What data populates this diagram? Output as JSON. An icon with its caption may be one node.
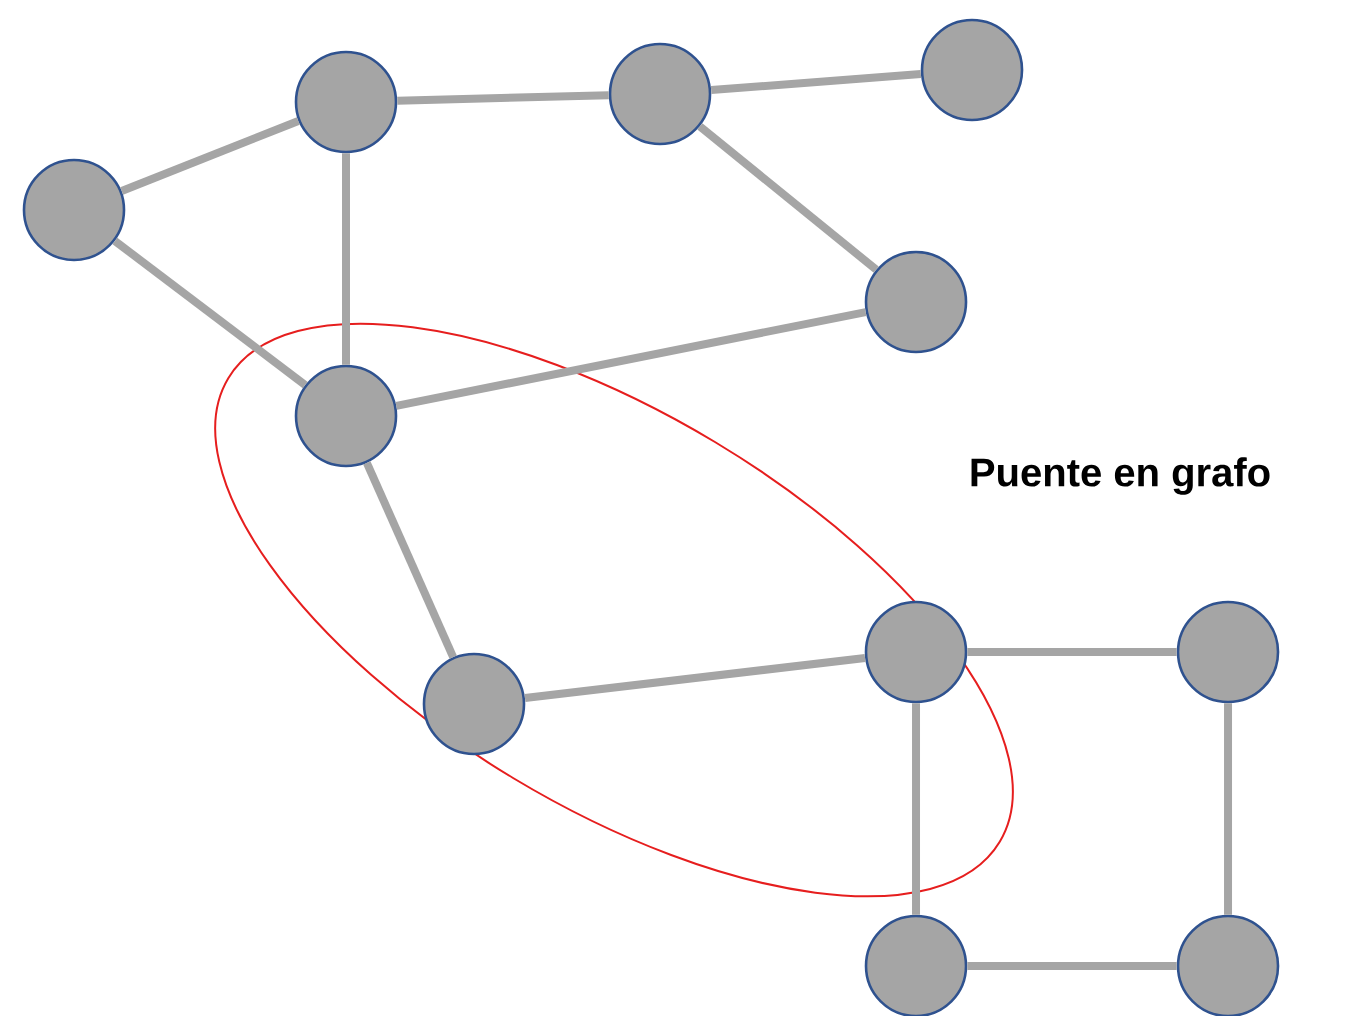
{
  "diagram": {
    "nodes": [
      {
        "text": [],
        "shape": "circle"
      },
      {
        "text": [],
        "shape": "circle"
      },
      {
        "text": [],
        "shape": "circle"
      },
      {
        "text": [],
        "shape": "circle"
      },
      {
        "text": [],
        "shape": "circle"
      },
      {
        "text": [],
        "shape": "circle"
      },
      {
        "text": [],
        "shape": "circle"
      },
      {
        "text": [],
        "shape": "circle"
      },
      {
        "text": [],
        "shape": "circle"
      },
      {
        "text": [],
        "shape": "circle"
      },
      {
        "text": [],
        "shape": "circle"
      }
    ],
    "edges": [
      {
        "from": 0,
        "to": 1,
        "arrow": "none"
      },
      {
        "from": 1,
        "to": 2,
        "arrow": "none"
      },
      {
        "from": 2,
        "to": 3,
        "arrow": "none"
      },
      {
        "from": 2,
        "to": 4,
        "arrow": "none"
      },
      {
        "from": 1,
        "to": 5,
        "arrow": "none"
      },
      {
        "from": 0,
        "to": 5,
        "arrow": "none"
      },
      {
        "from": 5,
        "to": 4,
        "arrow": "none"
      },
      {
        "from": 5,
        "to": 6,
        "arrow": "none"
      },
      {
        "from": 6,
        "to": 7,
        "arrow": "none"
      },
      {
        "from": 7,
        "to": 8,
        "arrow": "none"
      },
      {
        "from": 7,
        "to": 9,
        "arrow": "none"
      },
      {
        "from": 9,
        "to": 10,
        "arrow": "none"
      },
      {
        "from": 8,
        "to": 10,
        "arrow": "none"
      }
    ],
    "labels": [
      "Puente en grafo"
    ]
  }
}
